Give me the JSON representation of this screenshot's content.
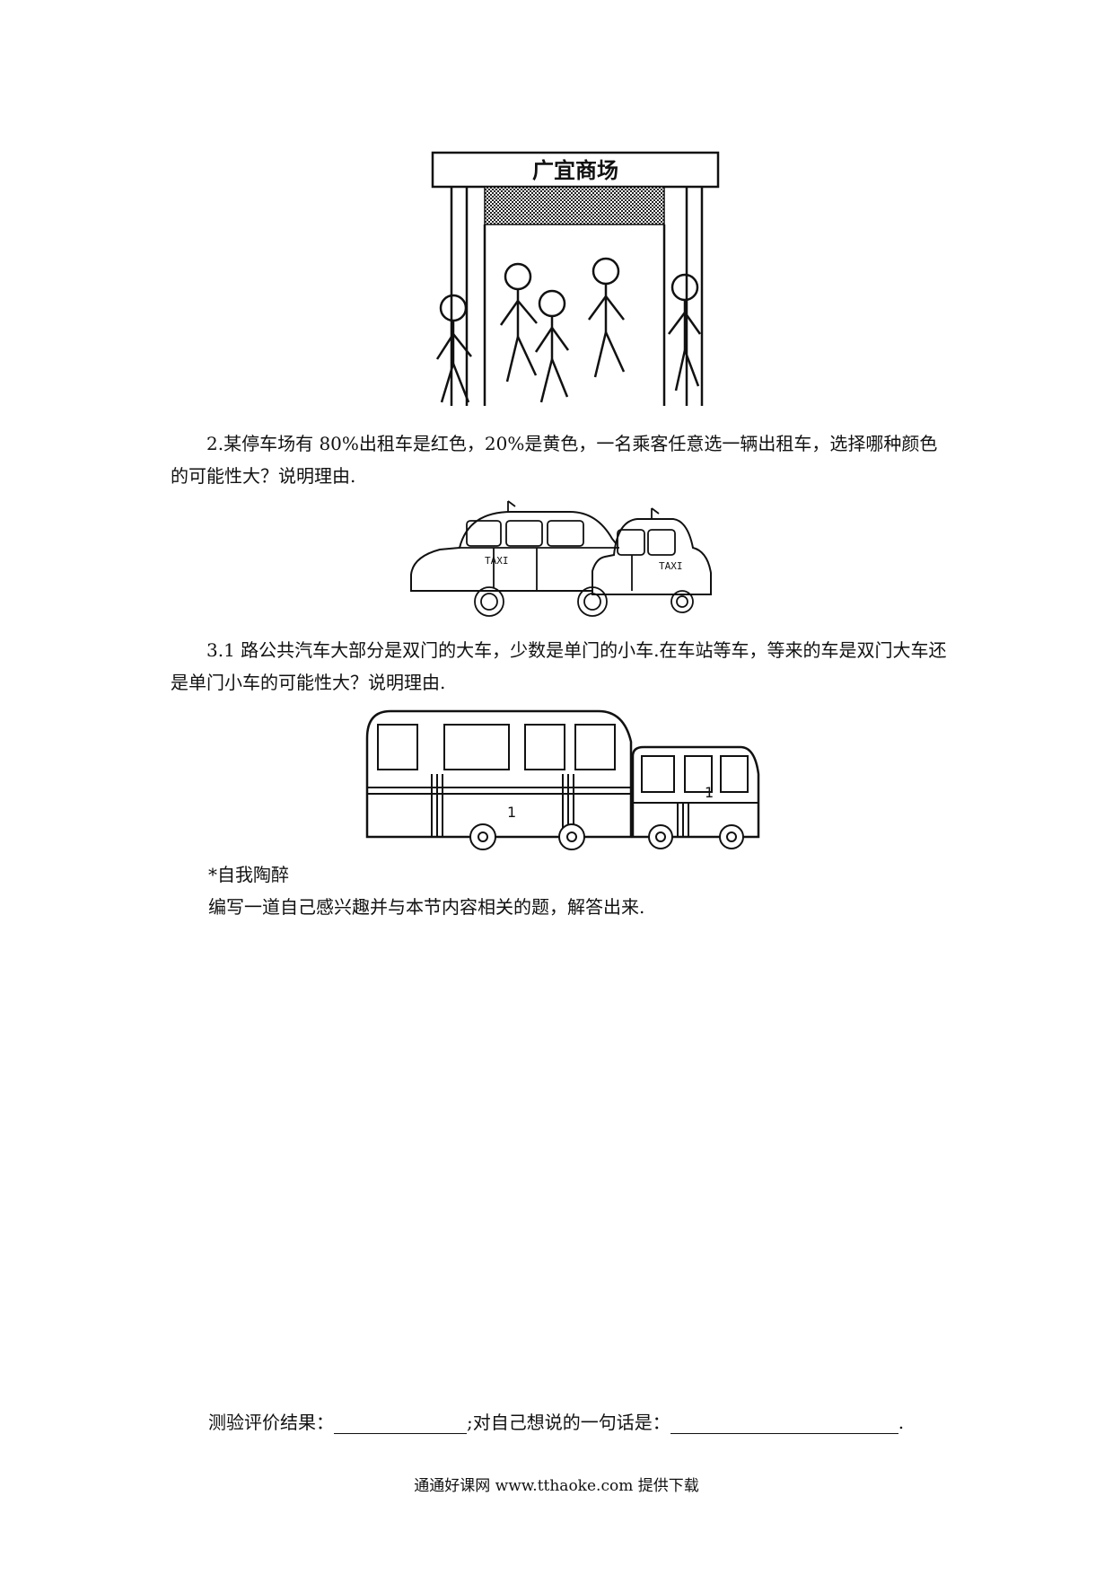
{
  "mall_sign": "广宜商场",
  "question_2": "2.某停车场有 80%出租车是红色，20%是黄色，一名乘客任意选一辆出租车，选择哪种颜色的可能性大？说明理由.",
  "taxi_label": "TAXI",
  "question_3": "3.1 路公共汽车大部分是双门的大车，少数是单门的小车.在车站等车，等来的车是双门大车还是单门小车的可能性大？说明理由.",
  "bus_number": "1",
  "section_title": "*自我陶醉",
  "section_task": "编写一道自己感兴趣并与本节内容相关的题，解答出来.",
  "eval_label": "测验评价结果：",
  "eval_sep": ";对自己想说的一句话是：",
  "eval_end": ".",
  "footer": "通通好课网 www.tthaoke.com 提供下载"
}
